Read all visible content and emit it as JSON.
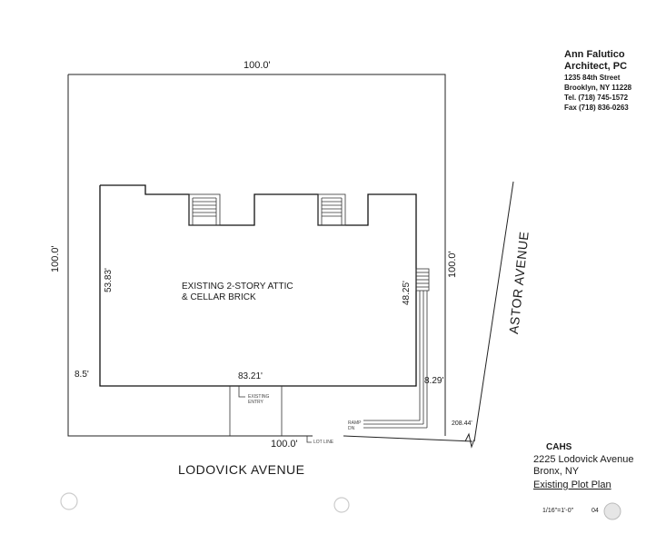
{
  "architect": {
    "name_line1": "Ann Falutico",
    "name_line2": "Architect, PC",
    "address1": "1235 84th Street",
    "address2": "Brooklyn, NY 11228",
    "tel": "Tel. (718) 745-1572",
    "fax": "Fax (718) 836-0263"
  },
  "plot": {
    "top_dim": "100.0'",
    "bottom_dim": "100.0'",
    "left_dim": "100.0'",
    "right_dim": "100.0'",
    "building_label_line1": "EXISTING 2-STORY ATTIC",
    "building_label_line2": "& CELLAR BRICK",
    "building_left_dim": "53.83'",
    "building_right_dim": "48.25'",
    "building_width_dim": "83.21'",
    "setback_left": "8.5'",
    "setback_right": "8.29'",
    "corner_dim": "208.44'",
    "existing_entry_line1": "EXISTING",
    "existing_entry_line2": "ENTRY",
    "ramp_line1": "RAMP",
    "ramp_line2": "DN",
    "lot_line": "LOT LINE"
  },
  "streets": {
    "bottom": "LODOVICK AVENUE",
    "right": "ASTOR AVENUE"
  },
  "title_block": {
    "client": "CAHS",
    "address1": "2225 Lodovick Avenue",
    "address2": "Bronx, NY",
    "drawing_title": "Existing Plot Plan",
    "scale": "1/16\"=1'-0\"",
    "sheet_partial": "04"
  }
}
